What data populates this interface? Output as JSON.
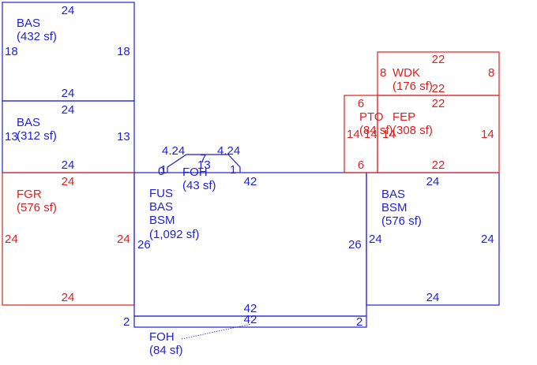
{
  "colors": {
    "blue": "#1f1fd6",
    "red": "#e01f1f"
  },
  "areas": {
    "bas_top": {
      "code": "BAS",
      "area": "(432 sf)",
      "dims": {
        "top": "24",
        "bottom": "24",
        "left": "18",
        "right": "18"
      }
    },
    "bas_mid": {
      "code": "BAS",
      "area": "(312 sf)",
      "dims": {
        "top": "24",
        "bottom": "24",
        "left": "13",
        "right": "13"
      }
    },
    "fgr": {
      "code": "FGR",
      "area": "(576 sf)",
      "dims": {
        "top": "24",
        "bottom": "24",
        "left": "24",
        "right": "24"
      }
    },
    "main": {
      "codes": [
        "FUS",
        "BAS",
        "BSM"
      ],
      "area": "(1,092 sf)",
      "dims": {
        "top": "42",
        "bottom": "42",
        "left": "26",
        "right": "26"
      }
    },
    "bas_right": {
      "codes": [
        "BAS",
        "BSM"
      ],
      "area": "(576 sf)",
      "dims": {
        "top": "24",
        "bottom": "24",
        "left": "24",
        "right": "24"
      }
    },
    "wdk": {
      "left_dim": "8",
      "code": "WDK",
      "area": "(176 sf)",
      "dims": {
        "top": "22",
        "right": "8",
        "bottom": "22"
      }
    },
    "fep": {
      "code": "FEP",
      "area": "(308 sf)",
      "dims": {
        "top": "22",
        "bottom": "22",
        "left": "14",
        "right": "14"
      }
    },
    "pto": {
      "code": "PTO",
      "area": "(84 sf)",
      "dims": {
        "top": "6",
        "bottom": "6",
        "left": "14",
        "right": "14"
      }
    },
    "foh_bay": {
      "code": "FOH",
      "area": "(43 sf)",
      "dims": {
        "diag_left": "4.24",
        "diag_right": "4.24",
        "top": "7",
        "inner": "13",
        "side_left": "1",
        "side_right": "1",
        "base": "0"
      }
    },
    "foh_strip": {
      "code": "FOH",
      "area": "(84 sf)",
      "dims": {
        "top": "42",
        "left": "2",
        "right": "2"
      }
    }
  }
}
